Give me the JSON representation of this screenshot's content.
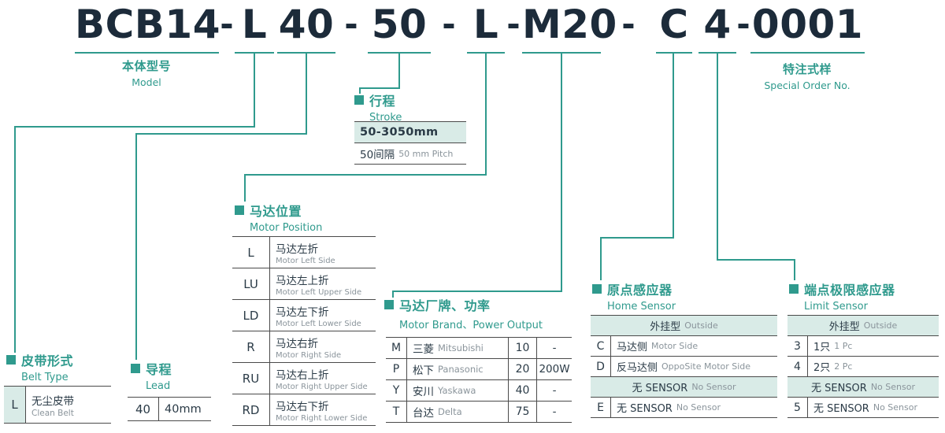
{
  "colors": {
    "accent": "#2F9A8D",
    "title_text": "#1C2B3A",
    "table_text": "#2B3B47",
    "muted_text": "#8A949B",
    "header_bg": "#D9EBE7",
    "rule": "#4A4A4A"
  },
  "model_code": {
    "dash": "-",
    "segments": [
      "BCB14",
      "L",
      "40",
      "50",
      "L",
      "M20",
      "C",
      "4",
      "0001"
    ]
  },
  "sections": {
    "model": {
      "zh": "本体型号",
      "en": "Model"
    },
    "special_order": {
      "zh": "特注式样",
      "en": "Special Order No."
    },
    "stroke": {
      "zh": "行程",
      "en": "Stroke",
      "rows": [
        {
          "type": "header",
          "zh": "50-3050mm",
          "en": ""
        },
        {
          "zh": "50间隔",
          "en": "50 mm Pitch"
        }
      ]
    },
    "motor_position": {
      "zh": "马达位置",
      "en": "Motor Position",
      "rows": [
        {
          "code": "L",
          "zh": "马达左折",
          "en": "Motor Left Side"
        },
        {
          "code": "LU",
          "zh": "马达左上折",
          "en": "Motor Left Upper Side"
        },
        {
          "code": "LD",
          "zh": "马达左下折",
          "en": "Motor Left Lower Side"
        },
        {
          "code": "R",
          "zh": "马达右折",
          "en": "Motor Right Side"
        },
        {
          "code": "RU",
          "zh": "马达右上折",
          "en": "Motor Right Upper Side"
        },
        {
          "code": "RD",
          "zh": "马达右下折",
          "en": "Motor Right Lower Side"
        }
      ]
    },
    "motor_brand": {
      "zh": "马达厂牌、功率",
      "en": "Motor Brand、Power Output",
      "rows": [
        {
          "code": "M",
          "zh": "三菱",
          "en": "Mitsubishi",
          "power_code": "10",
          "power": "-"
        },
        {
          "code": "P",
          "zh": "松下",
          "en": "Panasonic",
          "power_code": "20",
          "power": "200W"
        },
        {
          "code": "Y",
          "zh": "安川",
          "en": "Yaskawa",
          "power_code": "40",
          "power": "-"
        },
        {
          "code": "T",
          "zh": "台达",
          "en": "Delta",
          "power_code": "75",
          "power": "-"
        }
      ]
    },
    "home_sensor": {
      "zh": "原点感应器",
      "en": "Home Sensor",
      "rows": [
        {
          "type": "header",
          "zh": "外挂型",
          "en": "Outside"
        },
        {
          "code": "C",
          "zh": "马达侧",
          "en": "Motor Side"
        },
        {
          "code": "D",
          "zh": "反马达侧",
          "en": "OppoSite Motor Side"
        },
        {
          "type": "header",
          "zh": "无 SENSOR",
          "en": "No Sensor"
        },
        {
          "code": "E",
          "zh": "无 SENSOR",
          "en": "No Sensor"
        }
      ]
    },
    "limit_sensor": {
      "zh": "端点极限感应器",
      "en": "Limit Sensor",
      "rows": [
        {
          "type": "header",
          "zh": "外挂型",
          "en": "Outside"
        },
        {
          "code": "3",
          "zh": "1只",
          "en": "1 Pc"
        },
        {
          "code": "4",
          "zh": "2只",
          "en": "2 Pc"
        },
        {
          "type": "header",
          "zh": "无 SENSOR",
          "en": "No Sensor"
        },
        {
          "code": "5",
          "zh": "无 SENSOR",
          "en": "No Sensor"
        }
      ]
    },
    "belt_type": {
      "zh": "皮带形式",
      "en": "Belt Type",
      "rows": [
        {
          "code": "L",
          "zh": "无尘皮带",
          "en": "Clean Belt"
        }
      ]
    },
    "lead": {
      "zh": "导程",
      "en": "Lead",
      "rows": [
        {
          "code": "40",
          "desc": "40mm"
        }
      ]
    }
  }
}
